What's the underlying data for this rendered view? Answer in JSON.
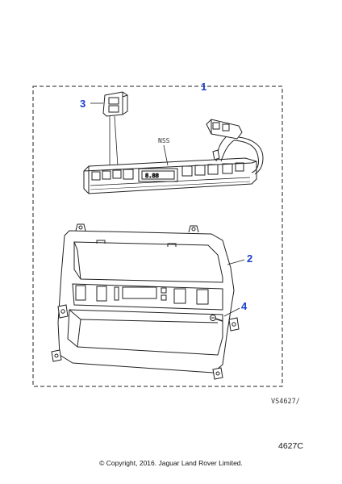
{
  "callouts": {
    "c1": "1",
    "c2": "2",
    "c3": "3",
    "c4": "4"
  },
  "labels": {
    "nss": "NSS",
    "reference": "VS4627/"
  },
  "footer": {
    "code": "4627C",
    "copyright": "© Copyright, 2016. Jaguar Land Rover Limited."
  },
  "colors": {
    "callout": "#1a3fd1",
    "line": "#222222"
  }
}
